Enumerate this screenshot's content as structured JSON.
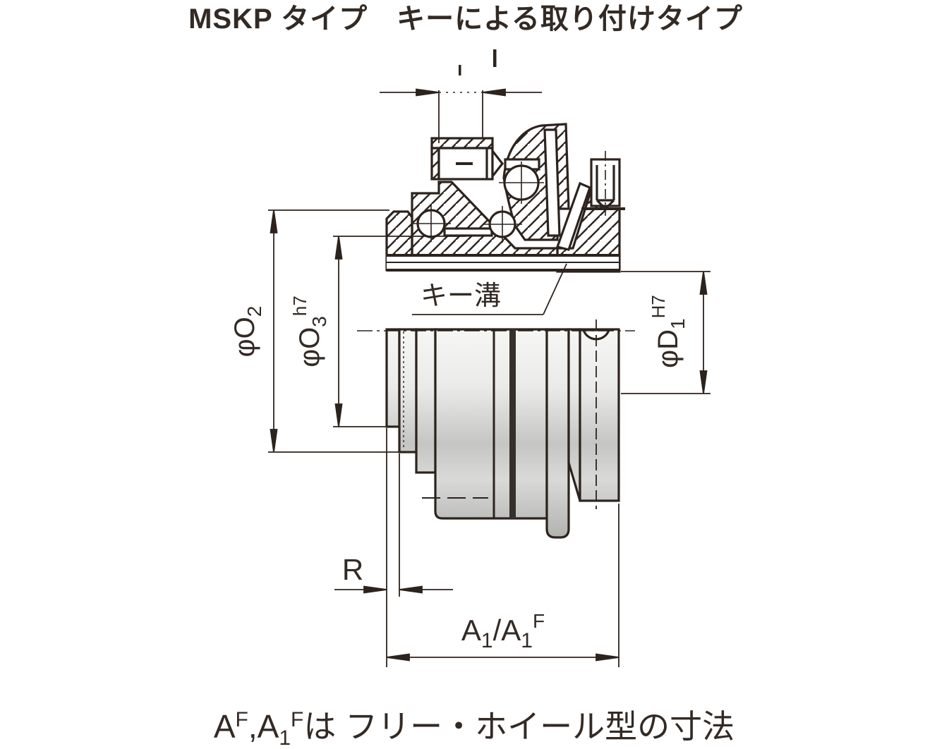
{
  "title": {
    "text": "MSKP タイプ　キーによる取り付けタイプ"
  },
  "colors": {
    "title_accent": "#d0287c",
    "ink": "#2d231d",
    "caption_ink": "#38322c",
    "groove_dark": "#35302c",
    "cylinder_light": "#f5f5f3",
    "cylinder_dark": "#b2b2b0"
  },
  "labels": {
    "keyway": "キー溝",
    "dim_o2": {
      "phi": "φO",
      "sub": "2"
    },
    "dim_o3": {
      "phi": "φO",
      "sub": "3",
      "sup": "h7"
    },
    "dim_d1": {
      "phi": "φD",
      "sub": "1",
      "sup": "H7"
    },
    "dim_r": {
      "label": "R"
    },
    "dim_a1": {
      "b1": "A",
      "s1": "1",
      "b2": "/A",
      "s2": "1",
      "sup": "F"
    }
  },
  "caption": {
    "b1": "A",
    "sup1": "F",
    "b2": ",A",
    "sub1": "1",
    "sup2": "F",
    "rest": "は フリー・ホイール型の寸法"
  }
}
